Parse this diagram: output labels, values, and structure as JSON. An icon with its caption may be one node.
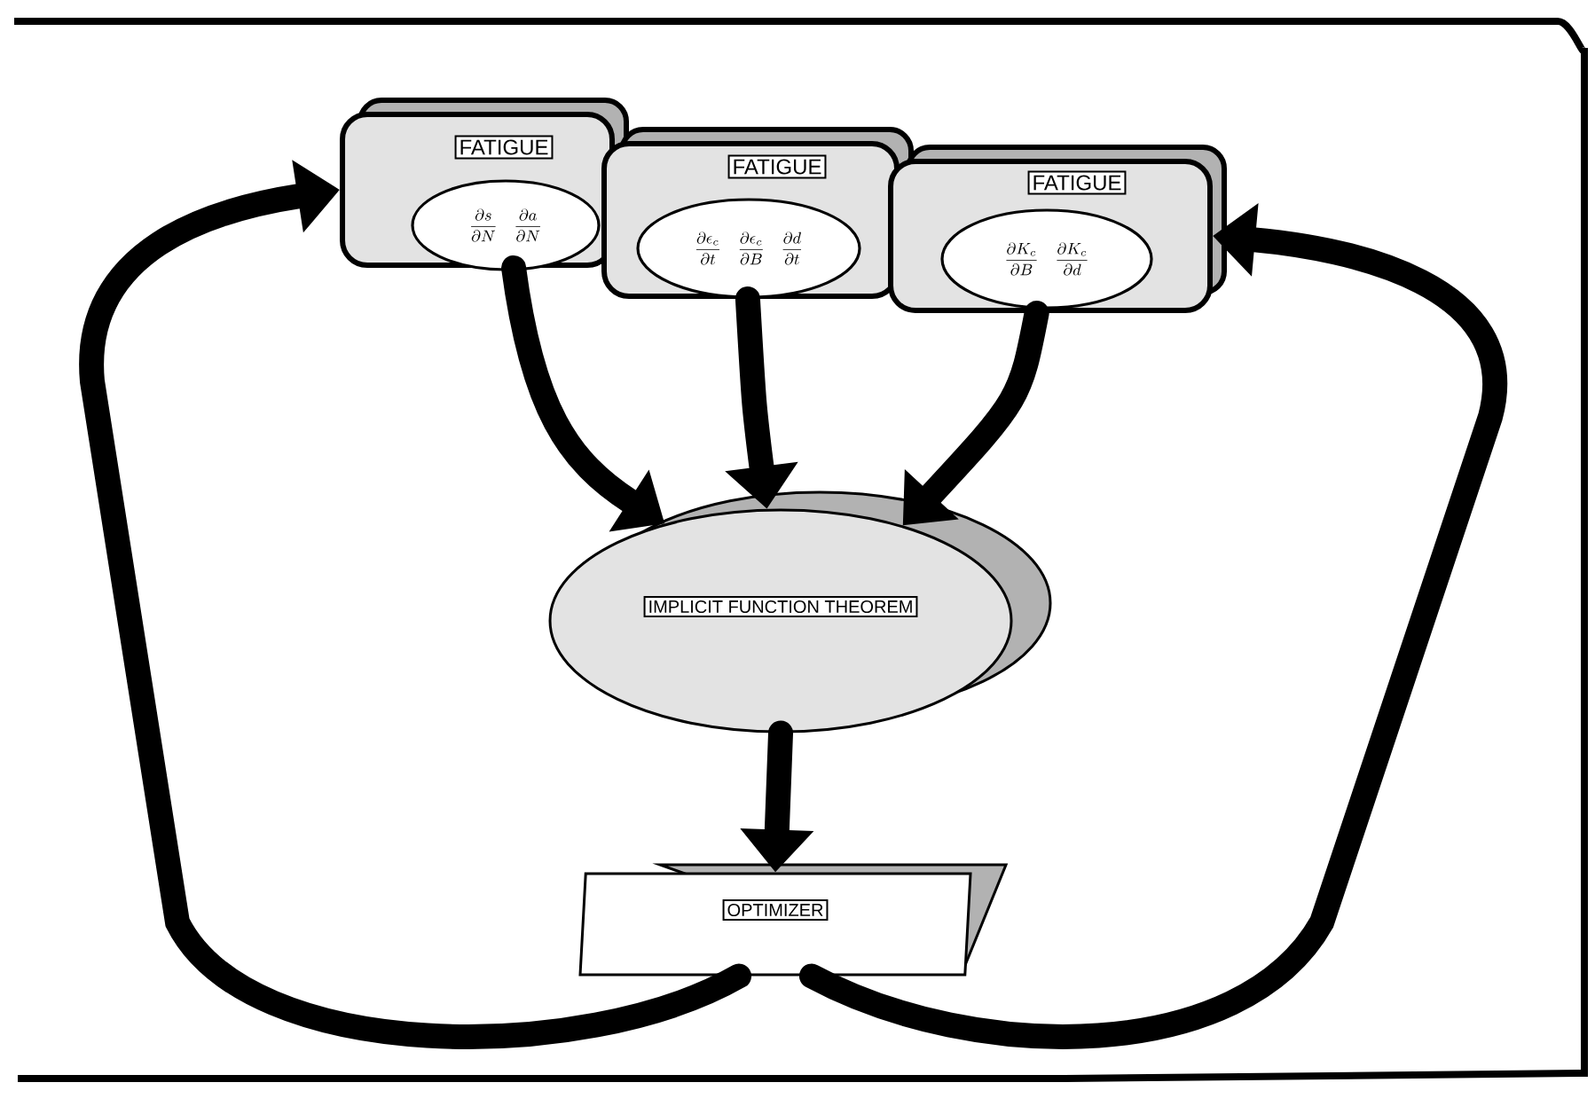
{
  "diagram": {
    "nodes": [
      {
        "text": [
          "FATIGUE"
        ]
      },
      {
        "text": [
          "\\frac{\\partial s}{\\partial N}",
          "\\frac{\\partial a}{\\partial N}"
        ],
        "in": 0
      },
      {
        "text": [
          "FATIGUE"
        ]
      },
      {
        "text": [
          "\\frac{\\partial \\epsilon_c}{\\partial t}",
          "\\frac{\\partial \\epsilon_c}{\\partial B}",
          "\\frac{\\partial d}{\\partial t}"
        ],
        "in": 2
      },
      {
        "text": [
          "FATIGUE"
        ]
      },
      {
        "text": [
          "\\frac{\\partial K_c}{\\partial B}",
          "\\frac{\\partial K_c}{\\partial d}"
        ],
        "in": 4
      },
      {
        "text": [
          "IMPLICIT FUNCTION THEOREM"
        ]
      },
      {
        "text": [
          "OPTIMIZER"
        ]
      }
    ],
    "edges": [
      {
        "from": 0,
        "to": 6,
        "arrow": "to"
      },
      {
        "from": 2,
        "to": 6,
        "arrow": "to"
      },
      {
        "from": 4,
        "to": 6,
        "arrow": "to"
      },
      {
        "from": 6,
        "to": 7,
        "arrow": "to"
      },
      {
        "from": 7,
        "to": 0,
        "arrow": "to"
      },
      {
        "from": 7,
        "to": 4,
        "arrow": "to"
      }
    ]
  }
}
